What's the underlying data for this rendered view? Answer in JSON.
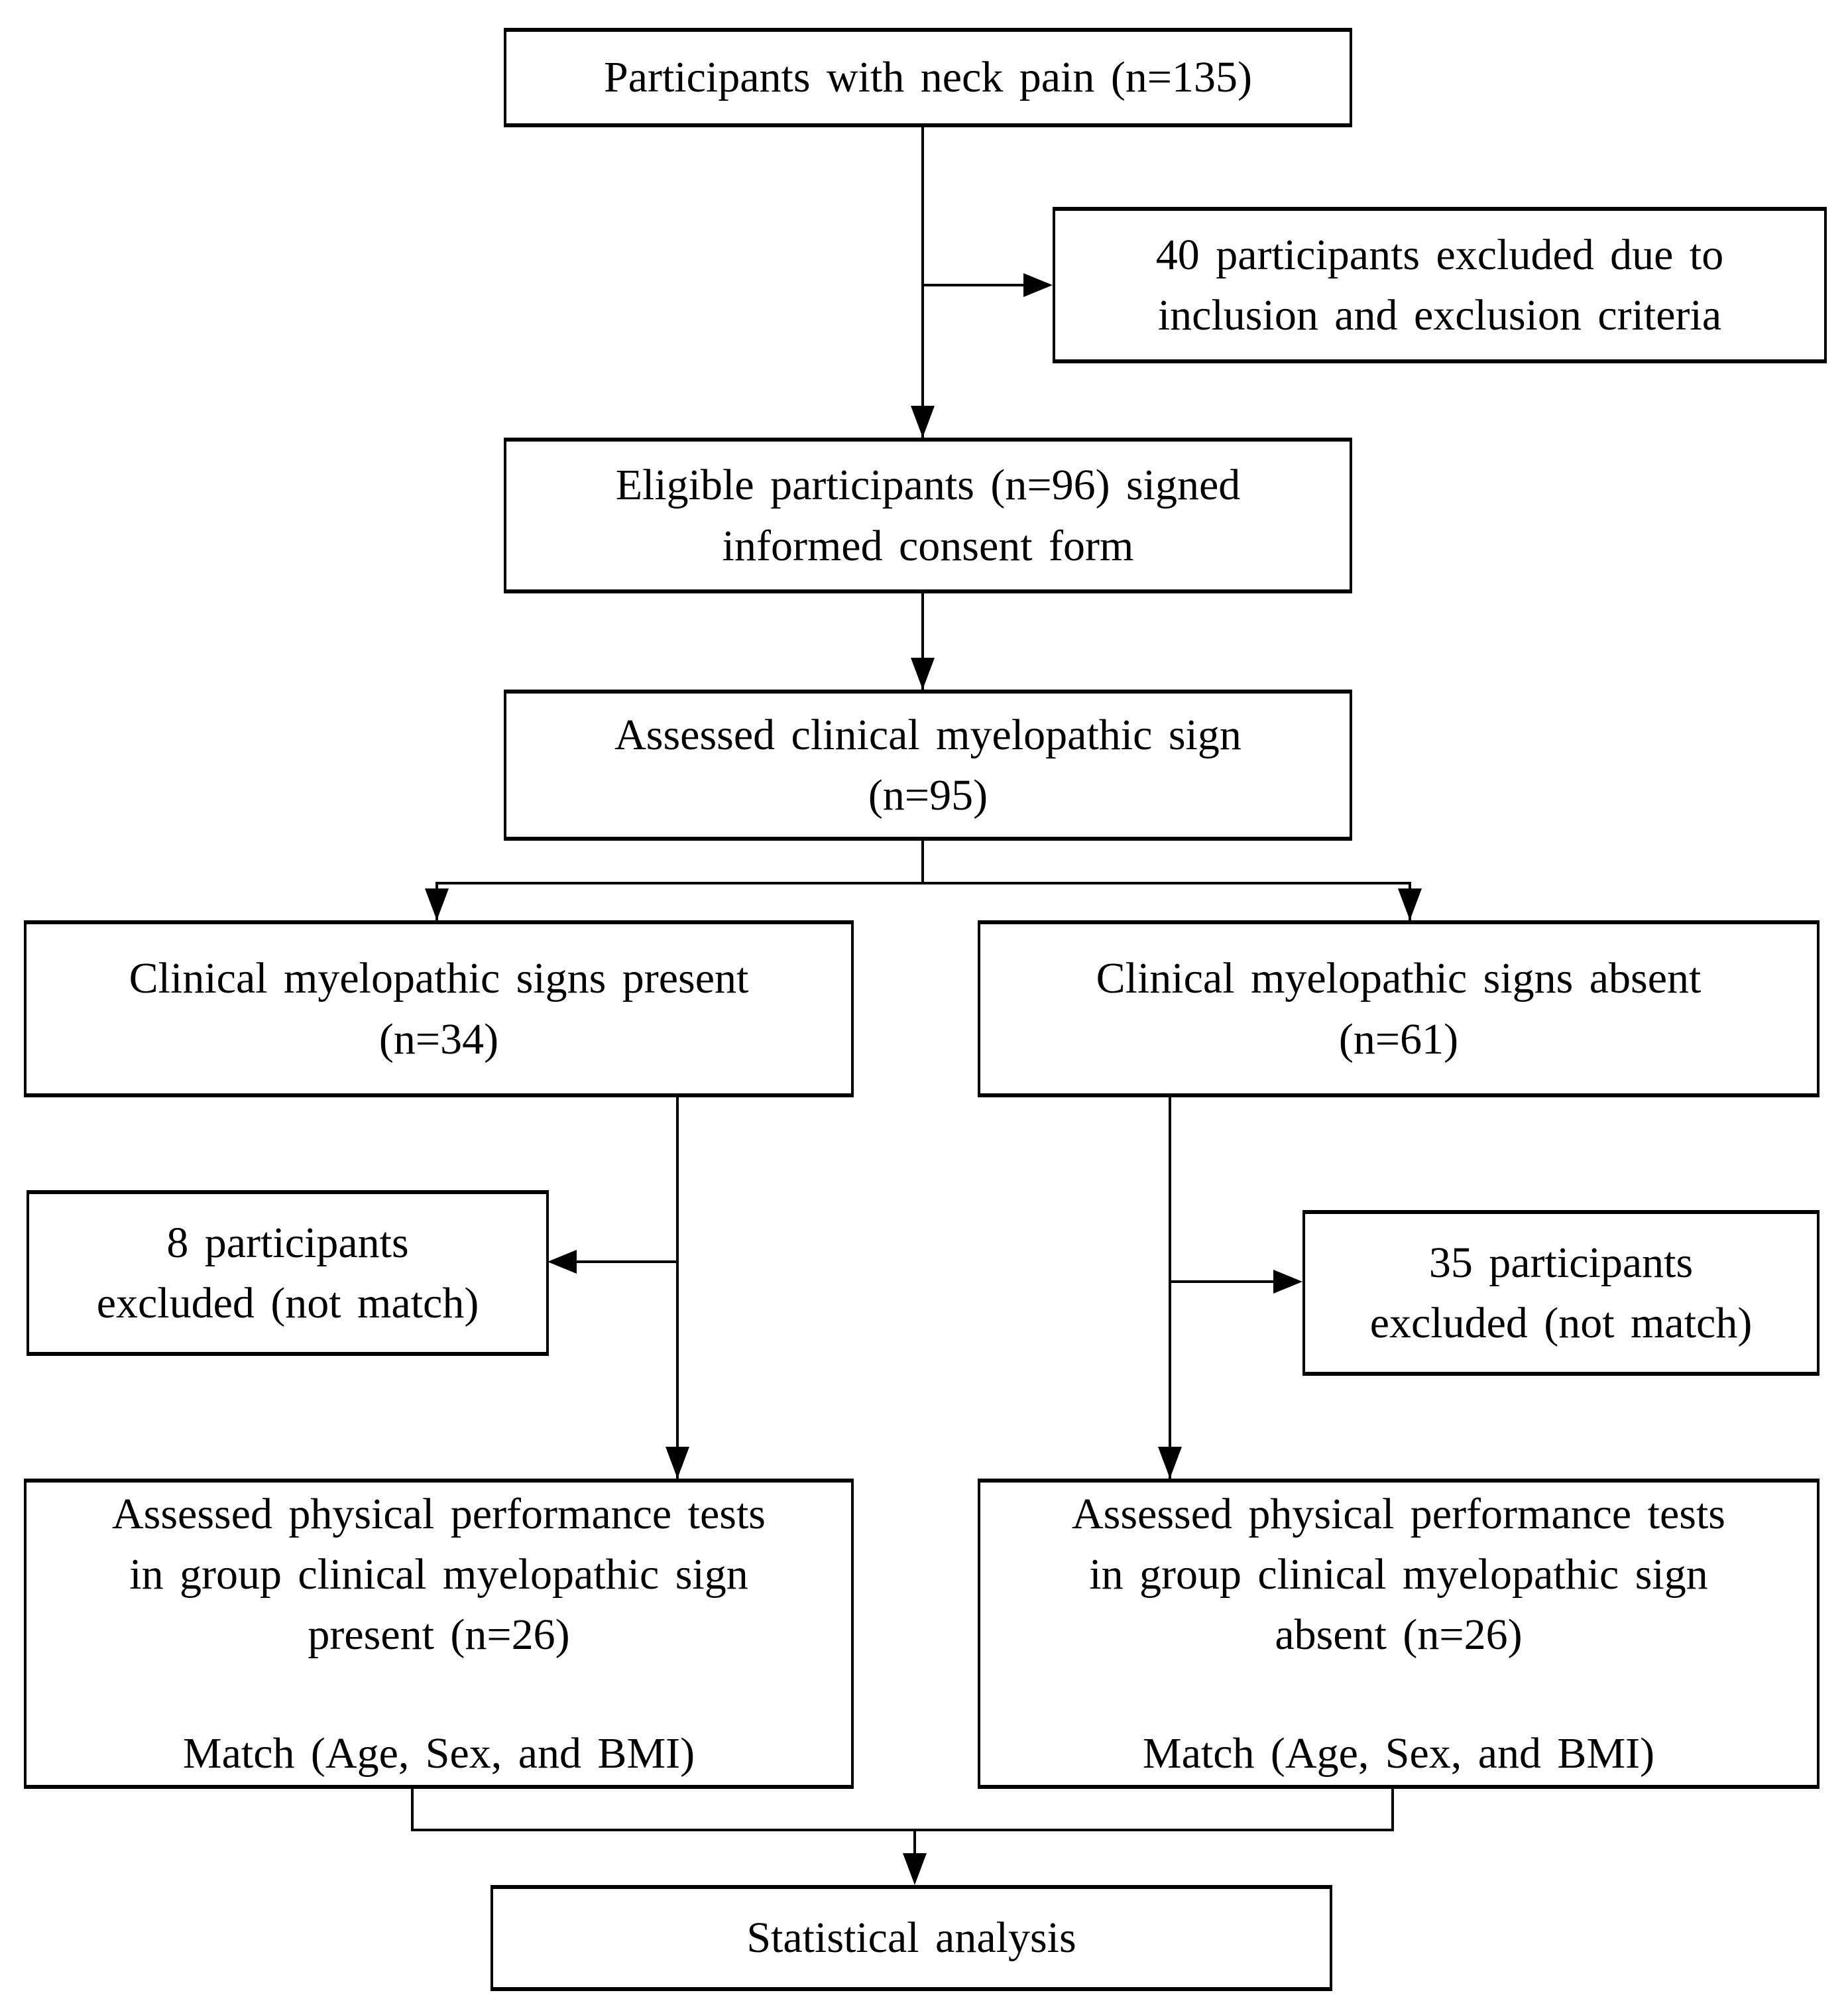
{
  "diagram": {
    "kind": "participant-flow-diagram",
    "colors": {
      "line": "#000000",
      "text": "#000000",
      "background": "#ffffff"
    },
    "nodes": {
      "neck_pain": {
        "lines": [
          "Participants with neck pain (n=135)"
        ]
      },
      "excluded_40": {
        "lines": [
          "40 participants excluded due to",
          "inclusion and exclusion criteria"
        ]
      },
      "eligible_consent": {
        "lines": [
          "Eligible participants (n=96) signed",
          "informed consent form"
        ]
      },
      "assessed_sign": {
        "lines": [
          "Assessed clinical myelopathic sign",
          "(n=95)"
        ]
      },
      "signs_present": {
        "lines": [
          "Clinical myelopathic signs present",
          "(n=34)"
        ]
      },
      "signs_absent": {
        "lines": [
          "Clinical myelopathic signs absent",
          "(n=61)"
        ]
      },
      "excluded_8": {
        "lines": [
          "8 participants",
          "excluded (not match)"
        ]
      },
      "excluded_35": {
        "lines": [
          "35 participants",
          "excluded (not match)"
        ]
      },
      "assessed_present": {
        "lines": [
          "Assessed physical performance tests",
          "in group clinical myelopathic sign",
          "present (n=26)"
        ],
        "match_line": "Match (Age, Sex, and BMI)"
      },
      "assessed_absent": {
        "lines": [
          "Assessed physical performance tests",
          "in group clinical myelopathic sign",
          "absent (n=26)"
        ],
        "match_line": "Match (Age, Sex, and BMI)"
      },
      "statistical": {
        "lines": [
          "Statistical analysis"
        ]
      }
    }
  }
}
